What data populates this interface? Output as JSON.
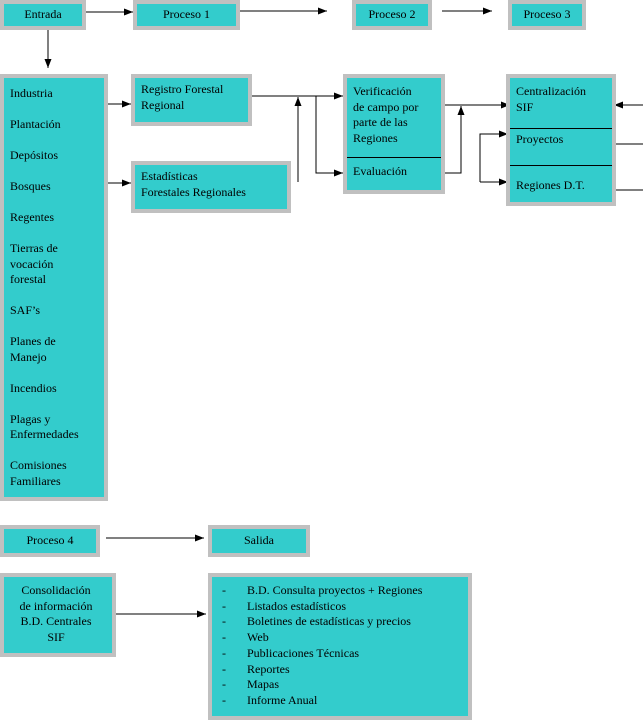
{
  "headers": {
    "entrada": "Entrada",
    "proceso1": "Proceso 1",
    "proceso2": "Proceso 2",
    "proceso3": "Proceso 3",
    "proceso4": "Proceso 4",
    "salida": "Salida"
  },
  "inputs": [
    [
      "Industria"
    ],
    [
      "Plantación"
    ],
    [
      "Depósitos"
    ],
    [
      "Bosques"
    ],
    [
      "Regentes"
    ],
    [
      "Tierras de",
      "vocación",
      "forestal"
    ],
    [
      "SAF’s"
    ],
    [
      "Planes de",
      "Manejo"
    ],
    [
      "Incendios"
    ],
    [
      "Plagas y",
      "Enfermedades"
    ],
    [
      "Comisiones",
      "Familiares"
    ]
  ],
  "registro": [
    "Registro Forestal",
    "Regional"
  ],
  "estadisticas": [
    "Estadísticas",
    "Forestales Regionales"
  ],
  "verificacion": [
    "Verificación",
    "de campo por",
    "parte de las",
    "Regiones"
  ],
  "evaluacion": "Evaluación",
  "centralizacion": [
    "Centralización",
    "SIF"
  ],
  "proyectos": "Proyectos",
  "regiones_dt": "Regiones D.T.",
  "consolidacion": [
    "Consolidación",
    "de información",
    "B.D. Centrales",
    "SIF"
  ],
  "salida_items": [
    "B.D. Consulta proyectos + Regiones",
    "Listados estadísticos",
    "Boletines de estadísticas y precios",
    "Web",
    "Publicaciones Técnicas",
    "Reportes",
    "Mapas",
    "Informe Anual"
  ],
  "bullet_char": "-",
  "colors": {
    "box_fill": "#33cccc",
    "box_border": "#c0c0c0",
    "line": "#000000"
  }
}
